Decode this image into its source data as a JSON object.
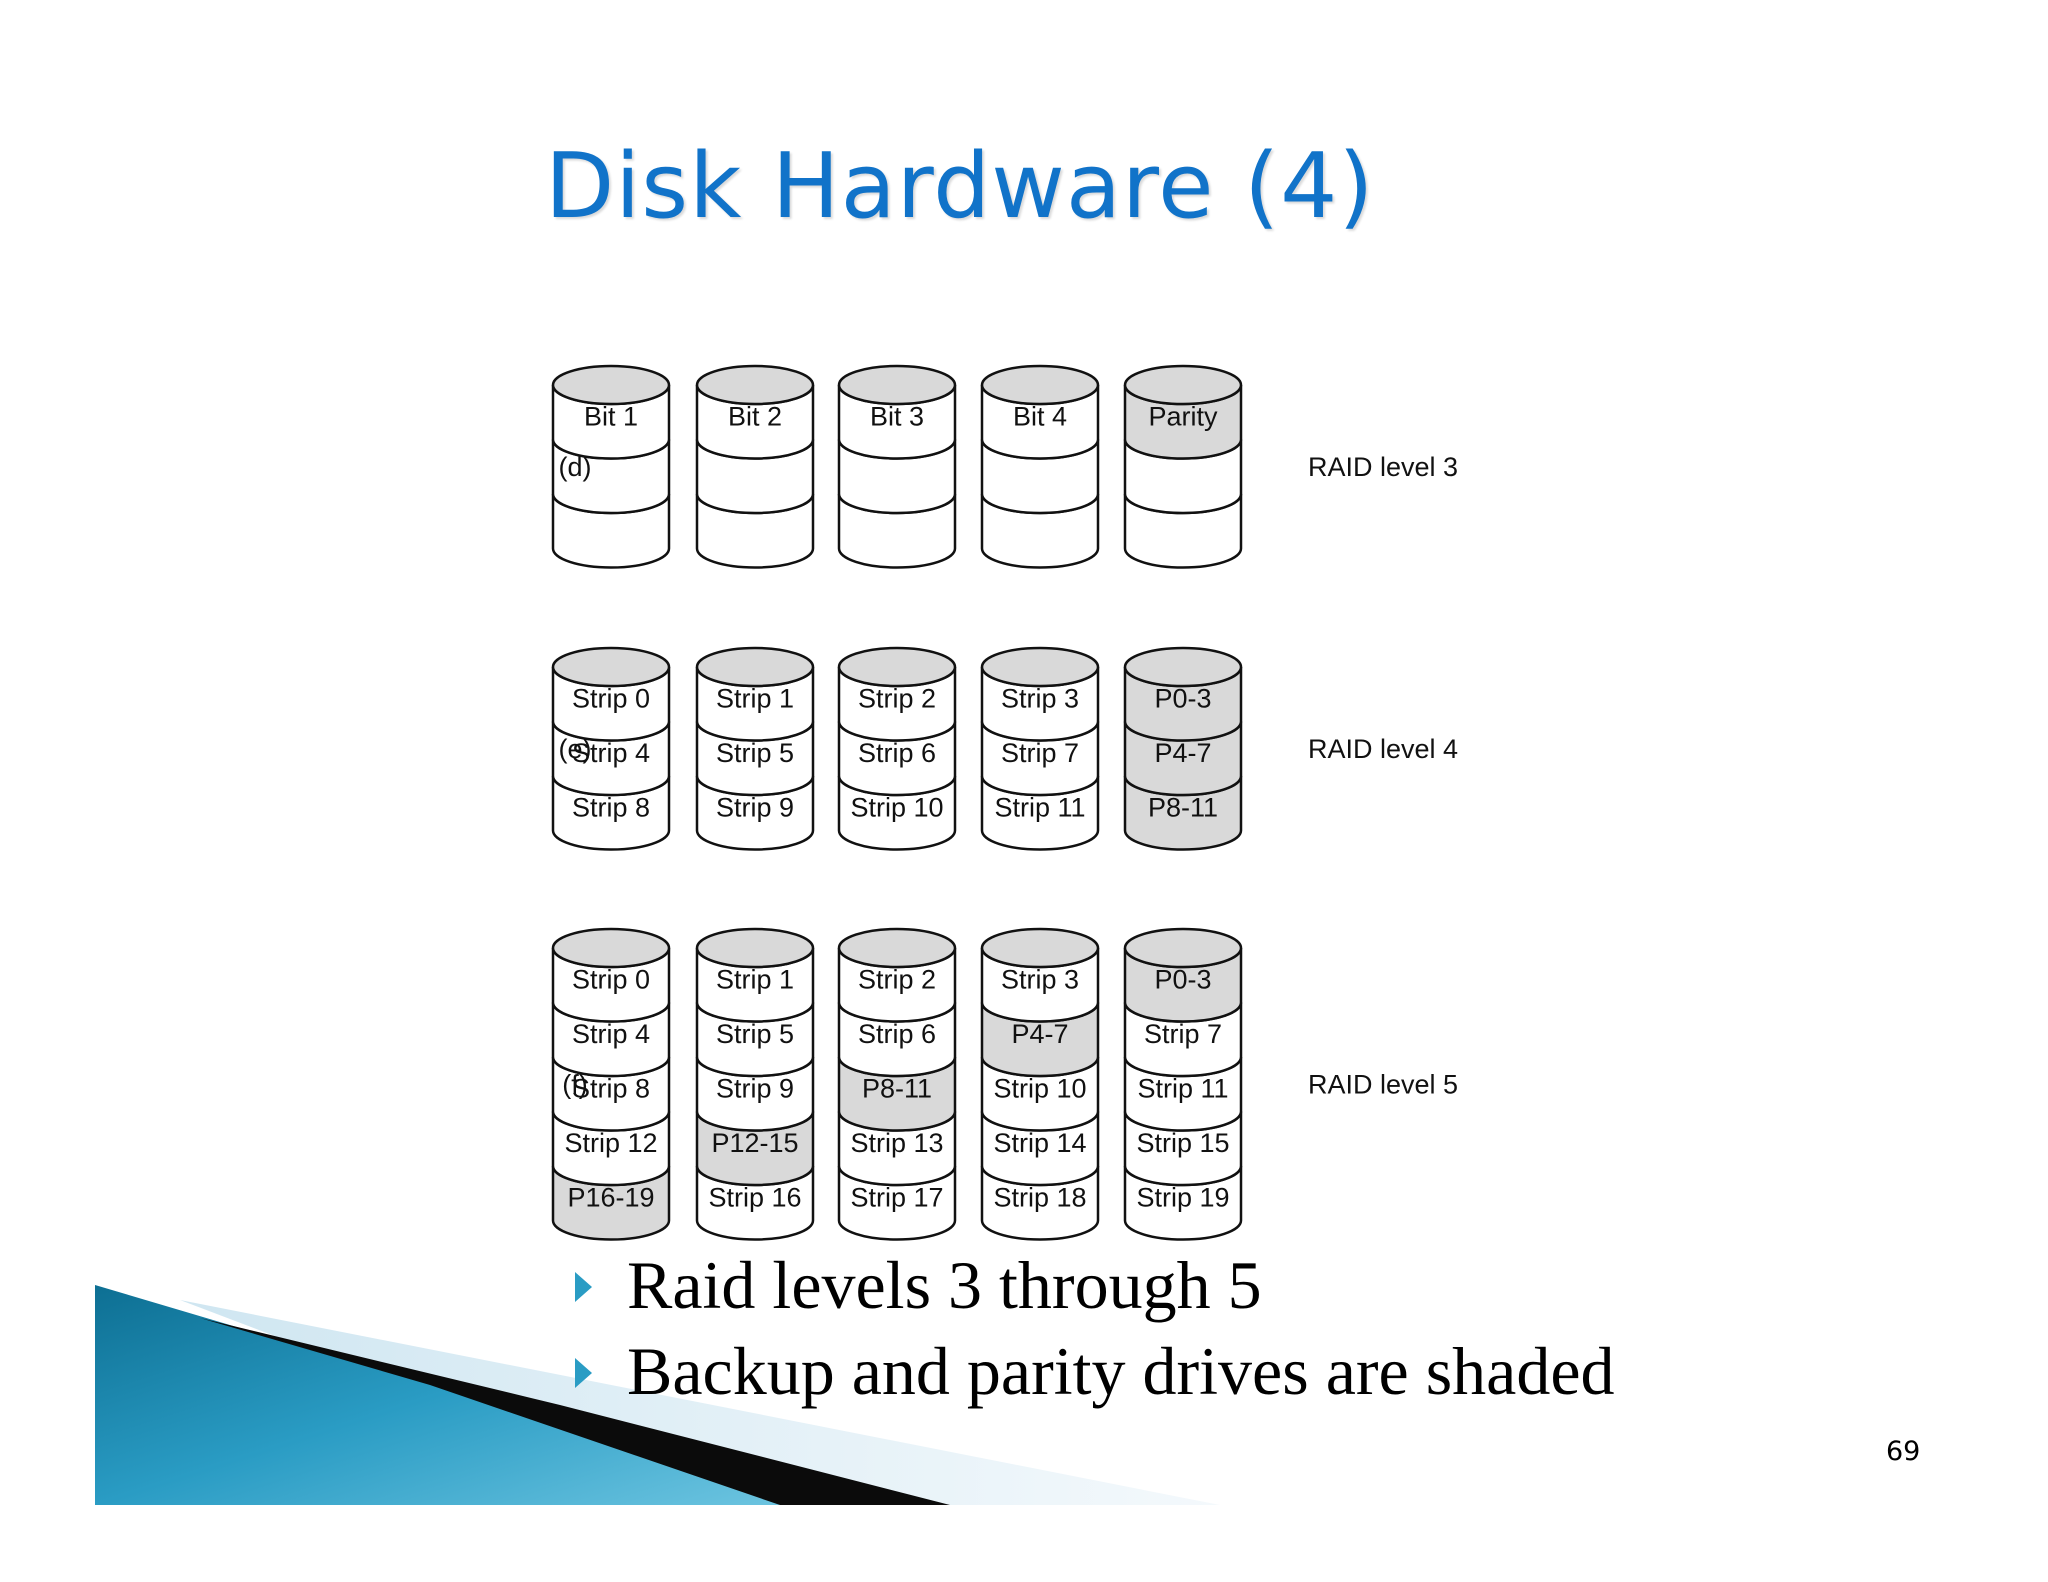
{
  "slide": {
    "title": "Disk Hardware (4)",
    "page_number": "69"
  },
  "bullets": [
    "Raid levels 3 through 5",
    "Backup and parity drives are shaded"
  ],
  "colors": {
    "title": "#1173c9",
    "shade": "#d9d9d9",
    "bullet": "#2a9cc4",
    "accent_teal": "#1e8fb4"
  },
  "rows": [
    {
      "label": "(d)",
      "level": "RAID level 3",
      "disks": [
        {
          "cells": [
            {
              "text": "Bit 1",
              "shaded": false
            },
            {
              "text": "",
              "shaded": false
            },
            {
              "text": "",
              "shaded": false
            }
          ]
        },
        {
          "cells": [
            {
              "text": "Bit 2",
              "shaded": false
            },
            {
              "text": "",
              "shaded": false
            },
            {
              "text": "",
              "shaded": false
            }
          ]
        },
        {
          "cells": [
            {
              "text": "Bit 3",
              "shaded": false
            },
            {
              "text": "",
              "shaded": false
            },
            {
              "text": "",
              "shaded": false
            }
          ]
        },
        {
          "cells": [
            {
              "text": "Bit 4",
              "shaded": false
            },
            {
              "text": "",
              "shaded": false
            },
            {
              "text": "",
              "shaded": false
            }
          ]
        },
        {
          "cells": [
            {
              "text": "Parity",
              "shaded": true
            },
            {
              "text": "",
              "shaded": false
            },
            {
              "text": "",
              "shaded": false
            }
          ]
        }
      ]
    },
    {
      "label": "(e)",
      "level": "RAID level 4",
      "disks": [
        {
          "cells": [
            {
              "text": "Strip 0",
              "shaded": false
            },
            {
              "text": "Strip 4",
              "shaded": false
            },
            {
              "text": "Strip 8",
              "shaded": false
            }
          ]
        },
        {
          "cells": [
            {
              "text": "Strip 1",
              "shaded": false
            },
            {
              "text": "Strip 5",
              "shaded": false
            },
            {
              "text": "Strip 9",
              "shaded": false
            }
          ]
        },
        {
          "cells": [
            {
              "text": "Strip 2",
              "shaded": false
            },
            {
              "text": "Strip 6",
              "shaded": false
            },
            {
              "text": "Strip 10",
              "shaded": false
            }
          ]
        },
        {
          "cells": [
            {
              "text": "Strip 3",
              "shaded": false
            },
            {
              "text": "Strip 7",
              "shaded": false
            },
            {
              "text": "Strip 11",
              "shaded": false
            }
          ]
        },
        {
          "cells": [
            {
              "text": "P0-3",
              "shaded": true
            },
            {
              "text": "P4-7",
              "shaded": true
            },
            {
              "text": "P8-11",
              "shaded": true
            }
          ]
        }
      ]
    },
    {
      "label": "(f)",
      "level": "RAID level 5",
      "disks": [
        {
          "cells": [
            {
              "text": "Strip 0",
              "shaded": false
            },
            {
              "text": "Strip 4",
              "shaded": false
            },
            {
              "text": "Strip 8",
              "shaded": false
            },
            {
              "text": "Strip 12",
              "shaded": false
            },
            {
              "text": "P16-19",
              "shaded": true
            }
          ]
        },
        {
          "cells": [
            {
              "text": "Strip 1",
              "shaded": false
            },
            {
              "text": "Strip 5",
              "shaded": false
            },
            {
              "text": "Strip 9",
              "shaded": false
            },
            {
              "text": "P12-15",
              "shaded": true
            },
            {
              "text": "Strip 16",
              "shaded": false
            }
          ]
        },
        {
          "cells": [
            {
              "text": "Strip 2",
              "shaded": false
            },
            {
              "text": "Strip 6",
              "shaded": false
            },
            {
              "text": "P8-11",
              "shaded": true
            },
            {
              "text": "Strip 13",
              "shaded": false
            },
            {
              "text": "Strip 17",
              "shaded": false
            }
          ]
        },
        {
          "cells": [
            {
              "text": "Strip 3",
              "shaded": false
            },
            {
              "text": "P4-7",
              "shaded": true
            },
            {
              "text": "Strip 10",
              "shaded": false
            },
            {
              "text": "Strip 14",
              "shaded": false
            },
            {
              "text": "Strip 18",
              "shaded": false
            }
          ]
        },
        {
          "cells": [
            {
              "text": "P0-3",
              "shaded": true
            },
            {
              "text": "Strip 7",
              "shaded": false
            },
            {
              "text": "Strip 11",
              "shaded": false
            },
            {
              "text": "Strip 15",
              "shaded": false
            },
            {
              "text": "Strip 19",
              "shaded": false
            }
          ]
        }
      ]
    }
  ]
}
